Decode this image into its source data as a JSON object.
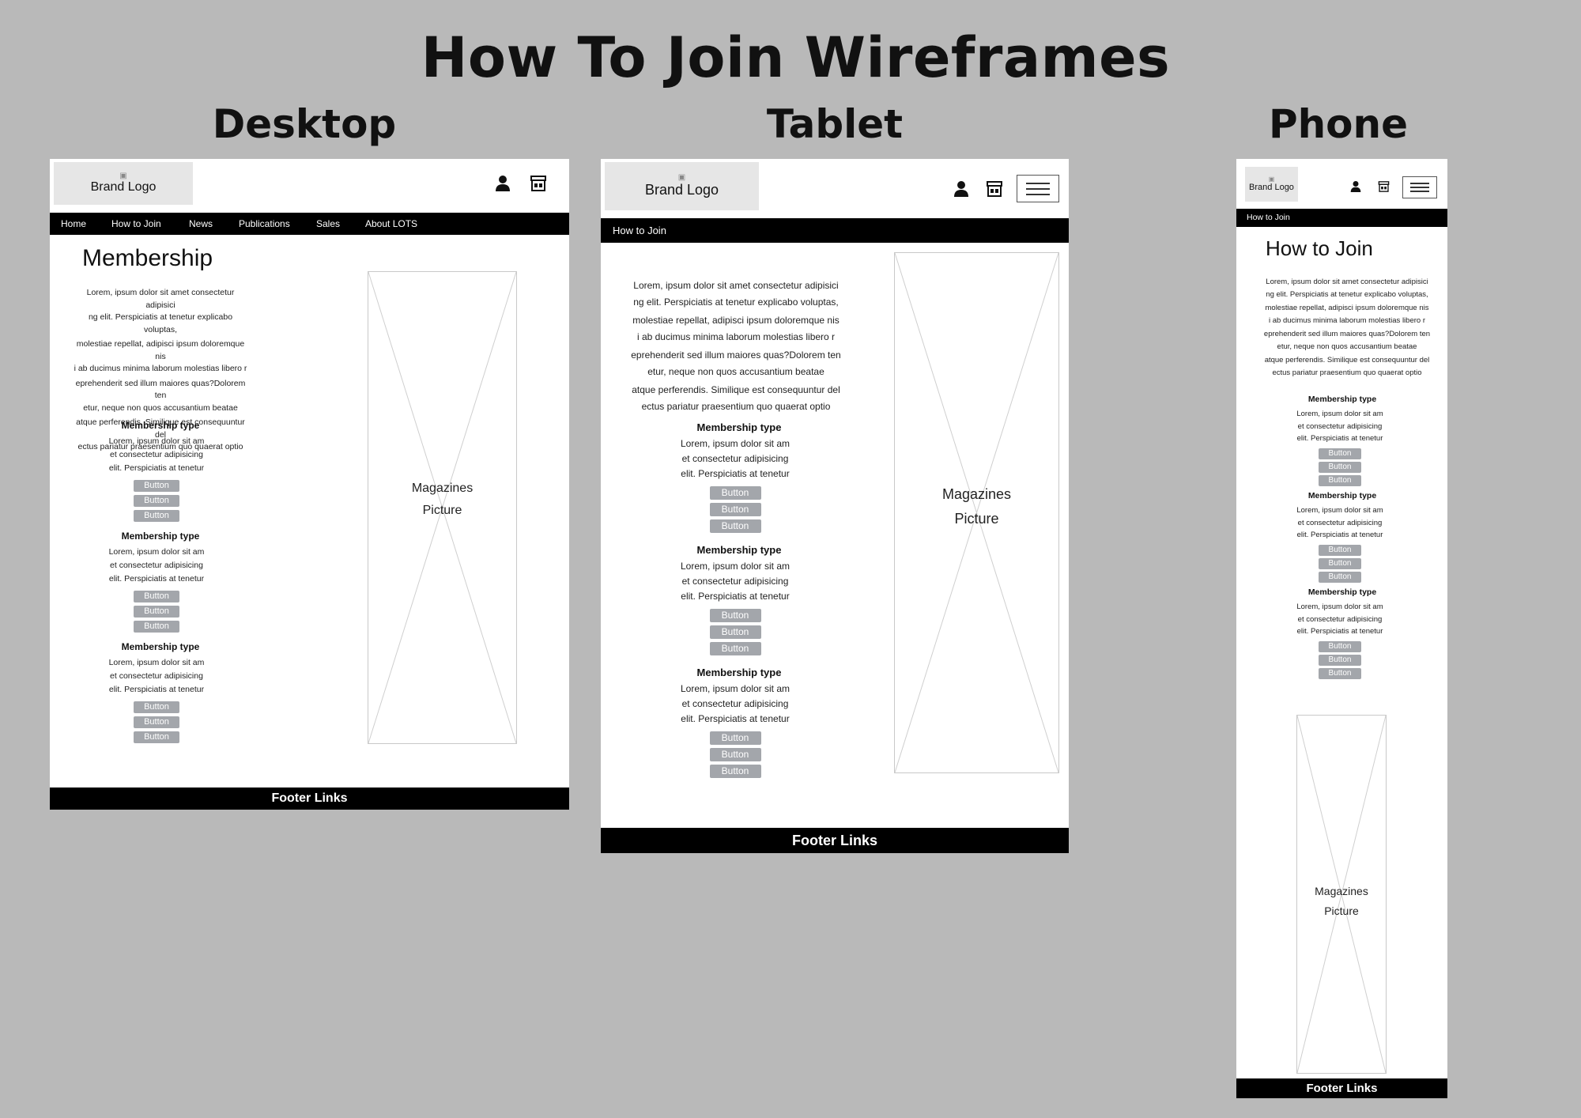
{
  "title": "How To Join Wireframes",
  "labels": {
    "desktop": "Desktop",
    "tablet": "Tablet",
    "phone": "Phone"
  },
  "brand_logo": "Brand Logo",
  "nav_items": [
    "Home",
    "How to Join",
    "News",
    "Publications",
    "Sales",
    "About LOTS"
  ],
  "nav_current": "How to Join",
  "headings": {
    "desktop": "Membership",
    "phone": "How to Join"
  },
  "intro_lines": [
    "Lorem, ipsum dolor sit amet consectetur adipisici",
    "ng elit. Perspiciatis at tenetur explicabo voluptas,",
    "molestiae repellat, adipisci ipsum doloremque nis",
    "i ab ducimus minima laborum molestias libero r",
    "eprehenderit sed illum maiores quas?Dolorem ten",
    "etur, neque non quos accusantium beatae",
    "atque perferendis. Similique est consequuntur del",
    "ectus pariatur praesentium quo quaerat optio"
  ],
  "membership_title": "Membership type",
  "membership_lines": [
    "Lorem, ipsum dolor sit am",
    "et consectetur adipisicing",
    "elit. Perspiciatis at tenetur"
  ],
  "button_label": "Button",
  "picture_lines": [
    "Magazines",
    "Picture"
  ],
  "footer": "Footer Links",
  "icons": {
    "user": "user-icon",
    "store": "store-icon",
    "menu": "hamburger-menu-icon",
    "image": "image-icon"
  }
}
